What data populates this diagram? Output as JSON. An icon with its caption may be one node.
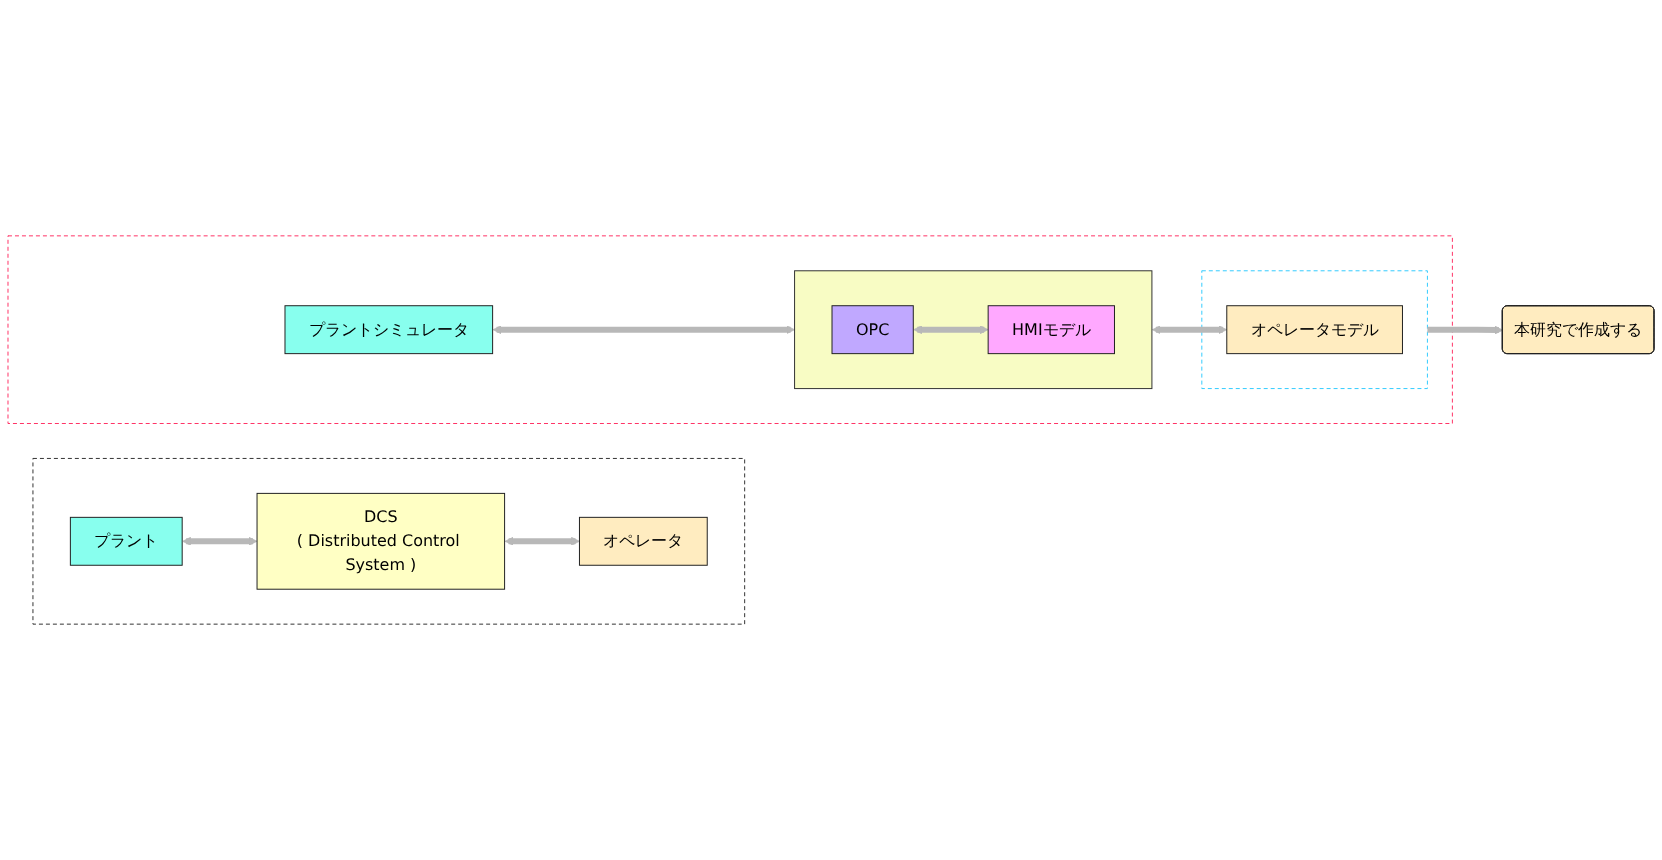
{
  "diagram": {
    "nodes": [
      {
        "text": [],
        "shape": "box"
      },
      {
        "text": [
          "プラント"
        ],
        "in": 0
      },
      {
        "text": [
          "DCS",
          "( Distributed Control System )"
        ],
        "in": 0
      },
      {
        "text": [
          "オペレータ"
        ],
        "in": 0
      },
      {
        "text": [],
        "shape": "box"
      },
      {
        "text": [
          "プラントシミュレータ"
        ],
        "in": 4
      },
      {
        "text": [],
        "shape": "box",
        "in": 4
      },
      {
        "text": [
          "OPC"
        ],
        "in": 6
      },
      {
        "text": [],
        "shape": "box",
        "in": 4
      },
      {
        "text": [
          "HMIモデル"
        ],
        "in": 6
      },
      {
        "text": [
          "オペレータモデル"
        ],
        "in": 8
      },
      {
        "text": [
          "本研究で作成する"
        ]
      }
    ],
    "edges": [
      {
        "from": 1,
        "to": 2,
        "arrow": "both"
      },
      {
        "from": 2,
        "to": 3,
        "arrow": "both"
      },
      {
        "from": 5,
        "to": 6,
        "arrow": "both"
      },
      {
        "from": 7,
        "to": 9,
        "arrow": "both"
      },
      {
        "from": 6,
        "to": 10,
        "arrow": "both"
      },
      {
        "from": 8,
        "to": 11,
        "arrow": "to"
      }
    ]
  }
}
